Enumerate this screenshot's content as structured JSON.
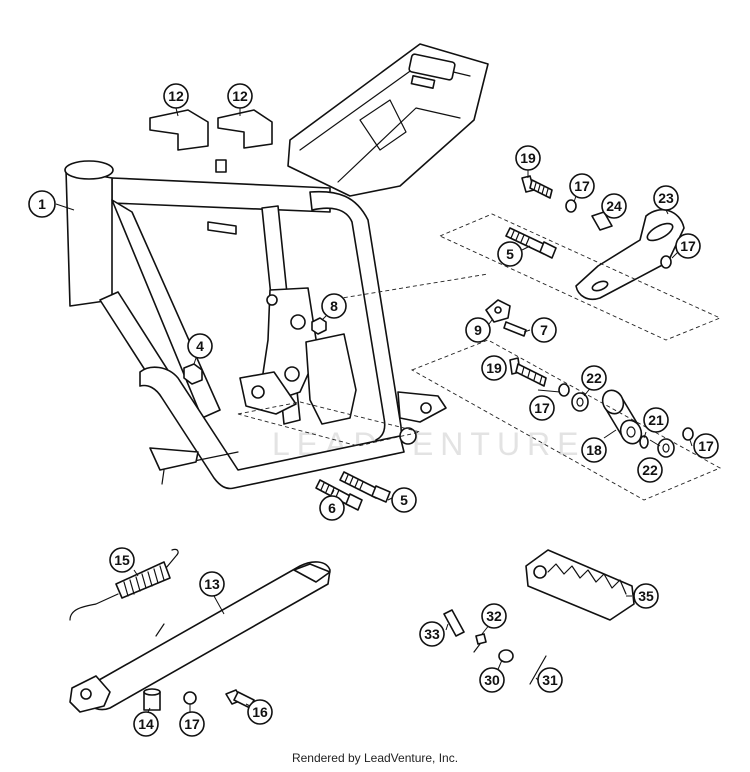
{
  "diagram": {
    "callouts": [
      {
        "id": "c1",
        "label": "1"
      },
      {
        "id": "c12a",
        "label": "12"
      },
      {
        "id": "c12b",
        "label": "12"
      },
      {
        "id": "c4",
        "label": "4"
      },
      {
        "id": "c8",
        "label": "8"
      },
      {
        "id": "c19a",
        "label": "19"
      },
      {
        "id": "c17a",
        "label": "17"
      },
      {
        "id": "c24",
        "label": "24"
      },
      {
        "id": "c23",
        "label": "23"
      },
      {
        "id": "c5a",
        "label": "5"
      },
      {
        "id": "c17b",
        "label": "17"
      },
      {
        "id": "c9",
        "label": "9"
      },
      {
        "id": "c7",
        "label": "7"
      },
      {
        "id": "c19b",
        "label": "19"
      },
      {
        "id": "c22a",
        "label": "22"
      },
      {
        "id": "c17c",
        "label": "17"
      },
      {
        "id": "c21",
        "label": "21"
      },
      {
        "id": "c18",
        "label": "18"
      },
      {
        "id": "c22b",
        "label": "22"
      },
      {
        "id": "c17d",
        "label": "17"
      },
      {
        "id": "c6",
        "label": "6"
      },
      {
        "id": "c5b",
        "label": "5"
      },
      {
        "id": "c15",
        "label": "15"
      },
      {
        "id": "c13",
        "label": "13"
      },
      {
        "id": "c35",
        "label": "35"
      },
      {
        "id": "c32",
        "label": "32"
      },
      {
        "id": "c33",
        "label": "33"
      },
      {
        "id": "c30",
        "label": "30"
      },
      {
        "id": "c31",
        "label": "31"
      },
      {
        "id": "c14",
        "label": "14"
      },
      {
        "id": "c17e",
        "label": "17"
      },
      {
        "id": "c16",
        "label": "16"
      }
    ],
    "watermark": "LEADVENTURE"
  },
  "footer": {
    "text": "Rendered by LeadVenture, Inc."
  }
}
